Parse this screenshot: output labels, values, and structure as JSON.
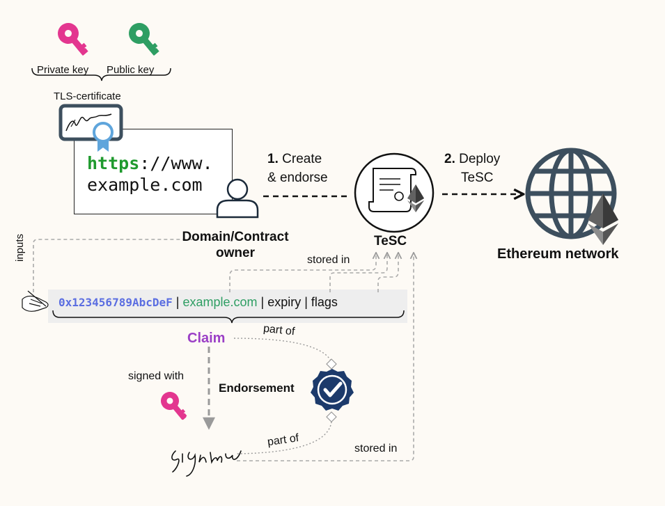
{
  "keys": {
    "private_label": "Private key",
    "public_label": "Public key",
    "tls_label": "TLS-certificate"
  },
  "browser": {
    "scheme": "https",
    "rest_line1": "://www.",
    "line2": "example.com"
  },
  "owner": {
    "line1": "Domain/Contract",
    "line2": "owner"
  },
  "step1": {
    "num": "1.",
    "line1": "Create",
    "line2": "& endorse"
  },
  "step2": {
    "num": "2.",
    "line1": "Deploy",
    "line2": "TeSC"
  },
  "tesc_label": "TeSC",
  "network_label": "Ethereum network",
  "inputs_label": "inputs",
  "stored_in_top": "stored in",
  "claim_fields": {
    "address": "0x123456789AbcDeF",
    "sep1": " | ",
    "domain": "example.com",
    "sep2": " | ",
    "expiry": "expiry",
    "sep3": " | ",
    "flags": "flags"
  },
  "claim_label": "Claim",
  "part_of_top": "part of",
  "signed_with": "signed with",
  "endorsement_label": "Endorsement",
  "part_of_bottom": "part of",
  "stored_in_bottom": "stored in",
  "colors": {
    "private_key": "#e3368f",
    "public_key": "#2e9e63",
    "address": "#5b6ee1",
    "domain": "#2e9e63",
    "claim": "#9b3fc6",
    "https": "#1f9a2e",
    "badge": "#1c3a6b",
    "ethereum_globe": "#3d4f5e"
  },
  "icons": [
    "private-key-icon",
    "public-key-icon",
    "certificate-icon",
    "ribbon-icon",
    "user-icon",
    "contract-icon",
    "ethereum-icon",
    "globe-icon",
    "pen-hand-icon",
    "checkmark-badge-icon",
    "signature-icon"
  ]
}
